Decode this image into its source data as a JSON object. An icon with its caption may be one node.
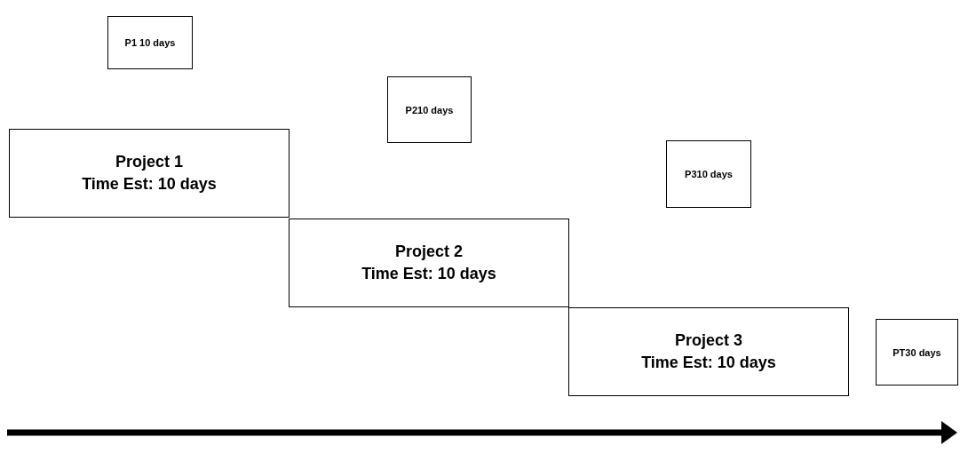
{
  "diagram": {
    "nodes": [
      {
        "text": [
          "P1 10 days"
        ]
      },
      {
        "text": [
          "P210 days"
        ]
      },
      {
        "text": [
          "Project 1",
          "Time Est: 10 days"
        ]
      },
      {
        "text": [
          "P310 days"
        ]
      },
      {
        "text": [
          "Project 2",
          "Time Est: 10 days"
        ]
      },
      {
        "text": [
          "Project 3",
          "Time Est: 10 days"
        ]
      },
      {
        "text": [
          "PT30 days"
        ]
      }
    ]
  }
}
